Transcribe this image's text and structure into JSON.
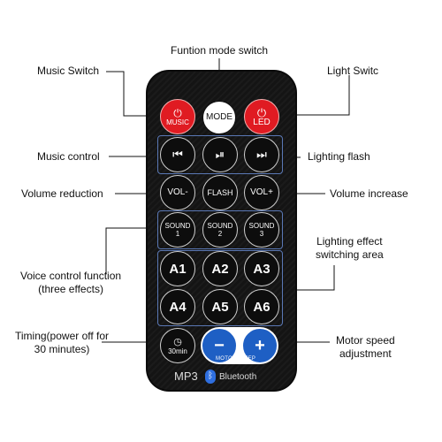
{
  "annotations": {
    "funtion_mode_switch": "Funtion mode switch",
    "music_switch": "Music Switch",
    "light_switc": "Light Switc",
    "music_control": "Music control",
    "lighting_flash": "Lighting flash",
    "volume_reduction": "Volume reduction",
    "volume_increase": "Volume increase",
    "lighting_effect_line1": "Lighting effect",
    "lighting_effect_line2": "switching area",
    "voice_control_line1": "Voice control function",
    "voice_control_line2": "(three effects)",
    "timing_line1": "Timing(power off for",
    "timing_line2": "30 minutes)",
    "motor_speed_line1": "Motor speed",
    "motor_speed_line2": "adjustment"
  },
  "remote": {
    "music_label": "MUSIC",
    "mode_label": "MODE",
    "led_label": "LED",
    "prev_symbol": "⏮",
    "playpause_symbol": "⏯",
    "next_symbol": "⏭",
    "vol_minus": "VOL-",
    "flash": "FLASH",
    "vol_plus": "VOL+",
    "sound_word": "SOUND",
    "sound1": "1",
    "sound2": "2",
    "sound3": "3",
    "a1": "A1",
    "a2": "A2",
    "a3": "A3",
    "a4": "A4",
    "a5": "A5",
    "a6": "A6",
    "timer_label": "30min",
    "minus": "−",
    "plus": "+",
    "motorspeed": "MOTORSPEEP",
    "brand": "MP3",
    "bluetooth": "Bluetooth"
  },
  "colors": {
    "body": "#151515",
    "red": "#e01b22",
    "group_border": "#5a78b5",
    "leader_lines": "#111111",
    "bluetooth": "#2f6fe0"
  },
  "icons": [
    "power-icon",
    "prev-icon",
    "play-pause-icon",
    "next-icon",
    "clock-icon",
    "bluetooth-icon"
  ]
}
